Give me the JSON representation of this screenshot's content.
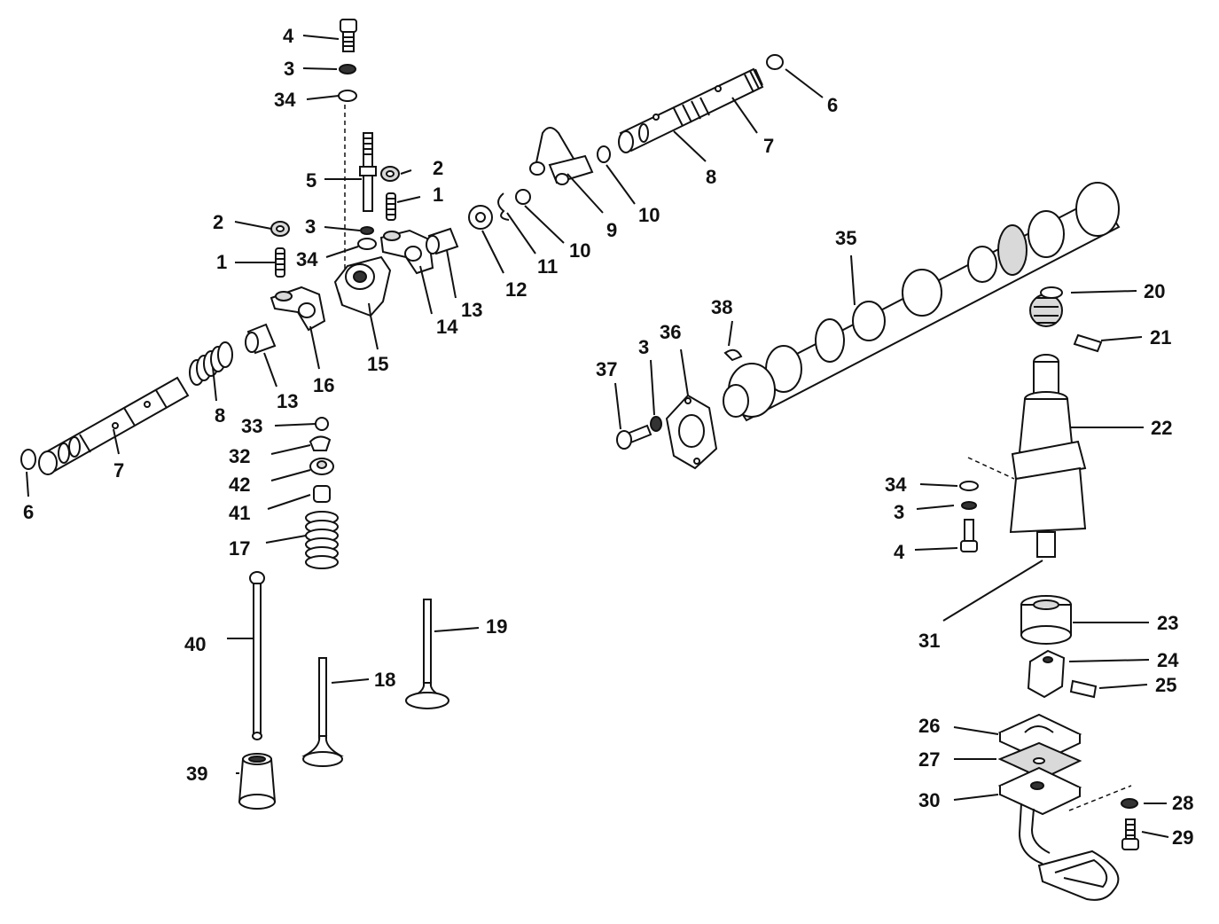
{
  "diagram": {
    "labels": [
      "1",
      "2",
      "3",
      "4",
      "5",
      "6",
      "7",
      "8",
      "9",
      "10",
      "11",
      "12",
      "13",
      "14",
      "15",
      "16",
      "17",
      "18",
      "19",
      "20",
      "21",
      "22",
      "23",
      "24",
      "25",
      "26",
      "27",
      "28",
      "29",
      "30",
      "31",
      "32",
      "33",
      "34",
      "35",
      "36",
      "37",
      "38",
      "39",
      "40",
      "41",
      "42"
    ]
  }
}
